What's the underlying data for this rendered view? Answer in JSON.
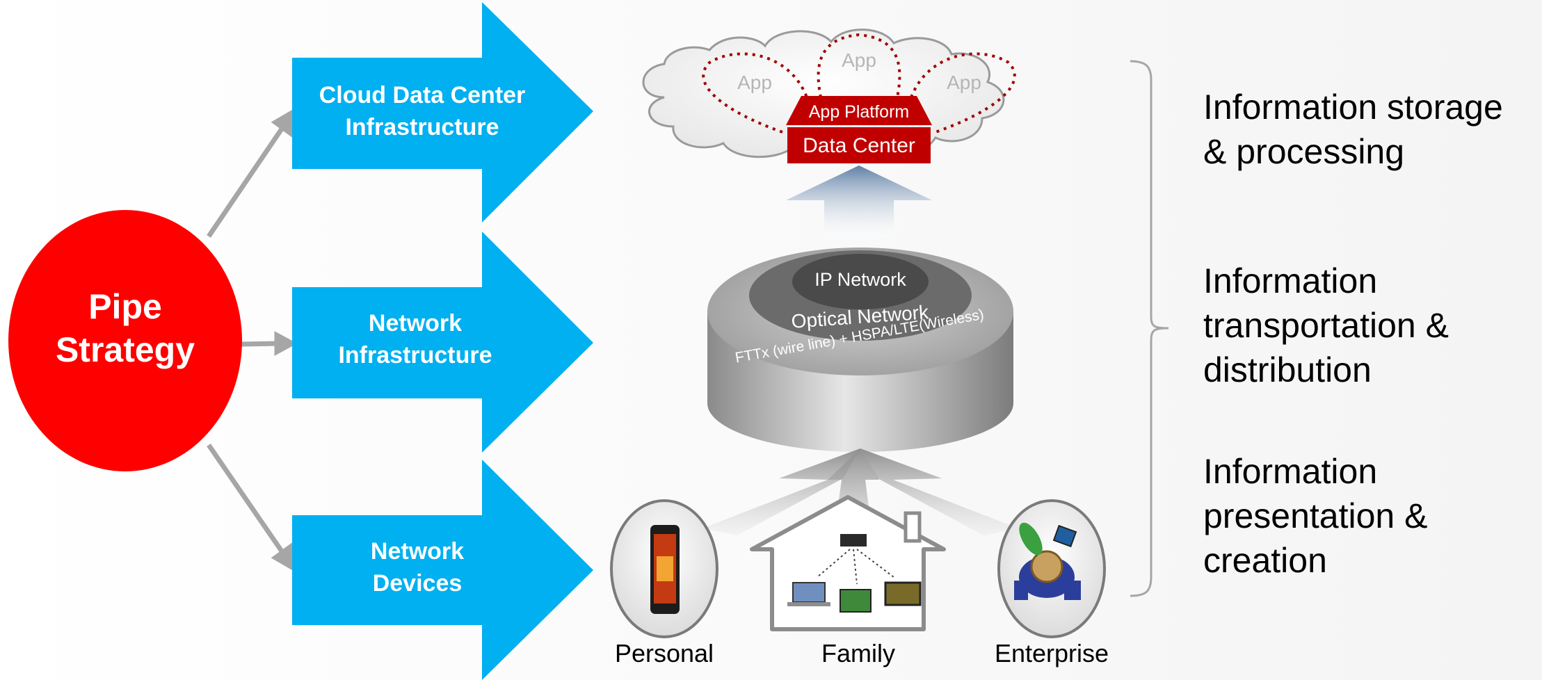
{
  "colors": {
    "pipe_circle": "#ff0000",
    "arrow_blue": "#00b0f0",
    "connector_gray": "#a6a6a6",
    "datacenter_red": "#c00000",
    "dotted_red": "#a00000"
  },
  "pipe": {
    "line1": "Pipe",
    "line2": "Strategy"
  },
  "arrows": [
    {
      "line1": "Cloud Data Center",
      "line2": "Infrastructure"
    },
    {
      "line1": "Network",
      "line2": "Infrastructure"
    },
    {
      "line1": "Network",
      "line2": "Devices"
    }
  ],
  "cloud": {
    "apps": [
      "App",
      "App",
      "App"
    ],
    "app_platform": "App Platform",
    "data_center": "Data Center"
  },
  "network": {
    "ip": "IP Network",
    "optical": "Optical Network",
    "access": "FTTx (wire line) + HSPA/LTE(Wireless)"
  },
  "devices": {
    "personal": "Personal",
    "family": "Family",
    "enterprise": "Enterprise"
  },
  "layers": [
    {
      "line1": "Information storage",
      "line2": "& processing"
    },
    {
      "line1": "Information",
      "line2": "transportation &",
      "line3": "distribution"
    },
    {
      "line1": "Information",
      "line2": "presentation &",
      "line3": "creation"
    }
  ]
}
